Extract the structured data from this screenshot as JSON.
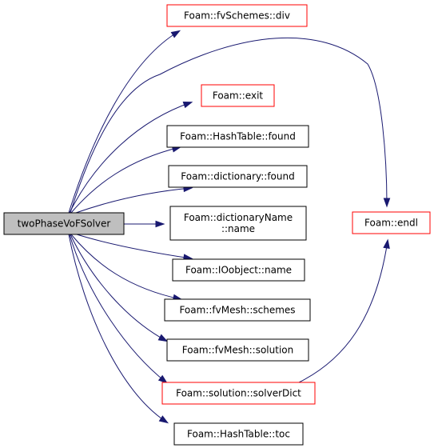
{
  "colors": {
    "edge": "#191970",
    "root_fill": "#bfbfbf",
    "root_border": "#000000",
    "node_fill": "#ffffff",
    "node_border_normal": "#000000",
    "node_border_highlight": "#ff0000"
  },
  "graph": {
    "root": {
      "id": "root",
      "label": "twoPhaseVoFSolver"
    },
    "nodes": [
      {
        "id": "div",
        "lines": [
          "Foam::fvSchemes::div"
        ],
        "border": "highlight"
      },
      {
        "id": "exit",
        "lines": [
          "Foam::exit"
        ],
        "border": "highlight"
      },
      {
        "id": "ht-found",
        "lines": [
          "Foam::HashTable::found"
        ],
        "border": "normal"
      },
      {
        "id": "dict-found",
        "lines": [
          "Foam::dictionary::found"
        ],
        "border": "normal"
      },
      {
        "id": "dictname-name",
        "lines": [
          "Foam::dictionaryName",
          "::name"
        ],
        "border": "normal"
      },
      {
        "id": "ioobject-name",
        "lines": [
          "Foam::IOobject::name"
        ],
        "border": "normal"
      },
      {
        "id": "schemes",
        "lines": [
          "Foam::fvMesh::schemes"
        ],
        "border": "normal"
      },
      {
        "id": "solution",
        "lines": [
          "Foam::fvMesh::solution"
        ],
        "border": "normal"
      },
      {
        "id": "solverdict",
        "lines": [
          "Foam::solution::solverDict"
        ],
        "border": "highlight"
      },
      {
        "id": "toc",
        "lines": [
          "Foam::HashTable::toc"
        ],
        "border": "normal"
      },
      {
        "id": "endl",
        "lines": [
          "Foam::endl"
        ],
        "border": "highlight"
      }
    ],
    "edges": [
      {
        "from": "root",
        "to": "div"
      },
      {
        "from": "root",
        "to": "endl"
      },
      {
        "from": "root",
        "to": "exit"
      },
      {
        "from": "root",
        "to": "ht-found"
      },
      {
        "from": "root",
        "to": "dict-found"
      },
      {
        "from": "root",
        "to": "dictname-name"
      },
      {
        "from": "root",
        "to": "ioobject-name"
      },
      {
        "from": "root",
        "to": "schemes"
      },
      {
        "from": "root",
        "to": "solution"
      },
      {
        "from": "root",
        "to": "solverdict"
      },
      {
        "from": "root",
        "to": "toc"
      },
      {
        "from": "solverdict",
        "to": "endl"
      }
    ]
  }
}
